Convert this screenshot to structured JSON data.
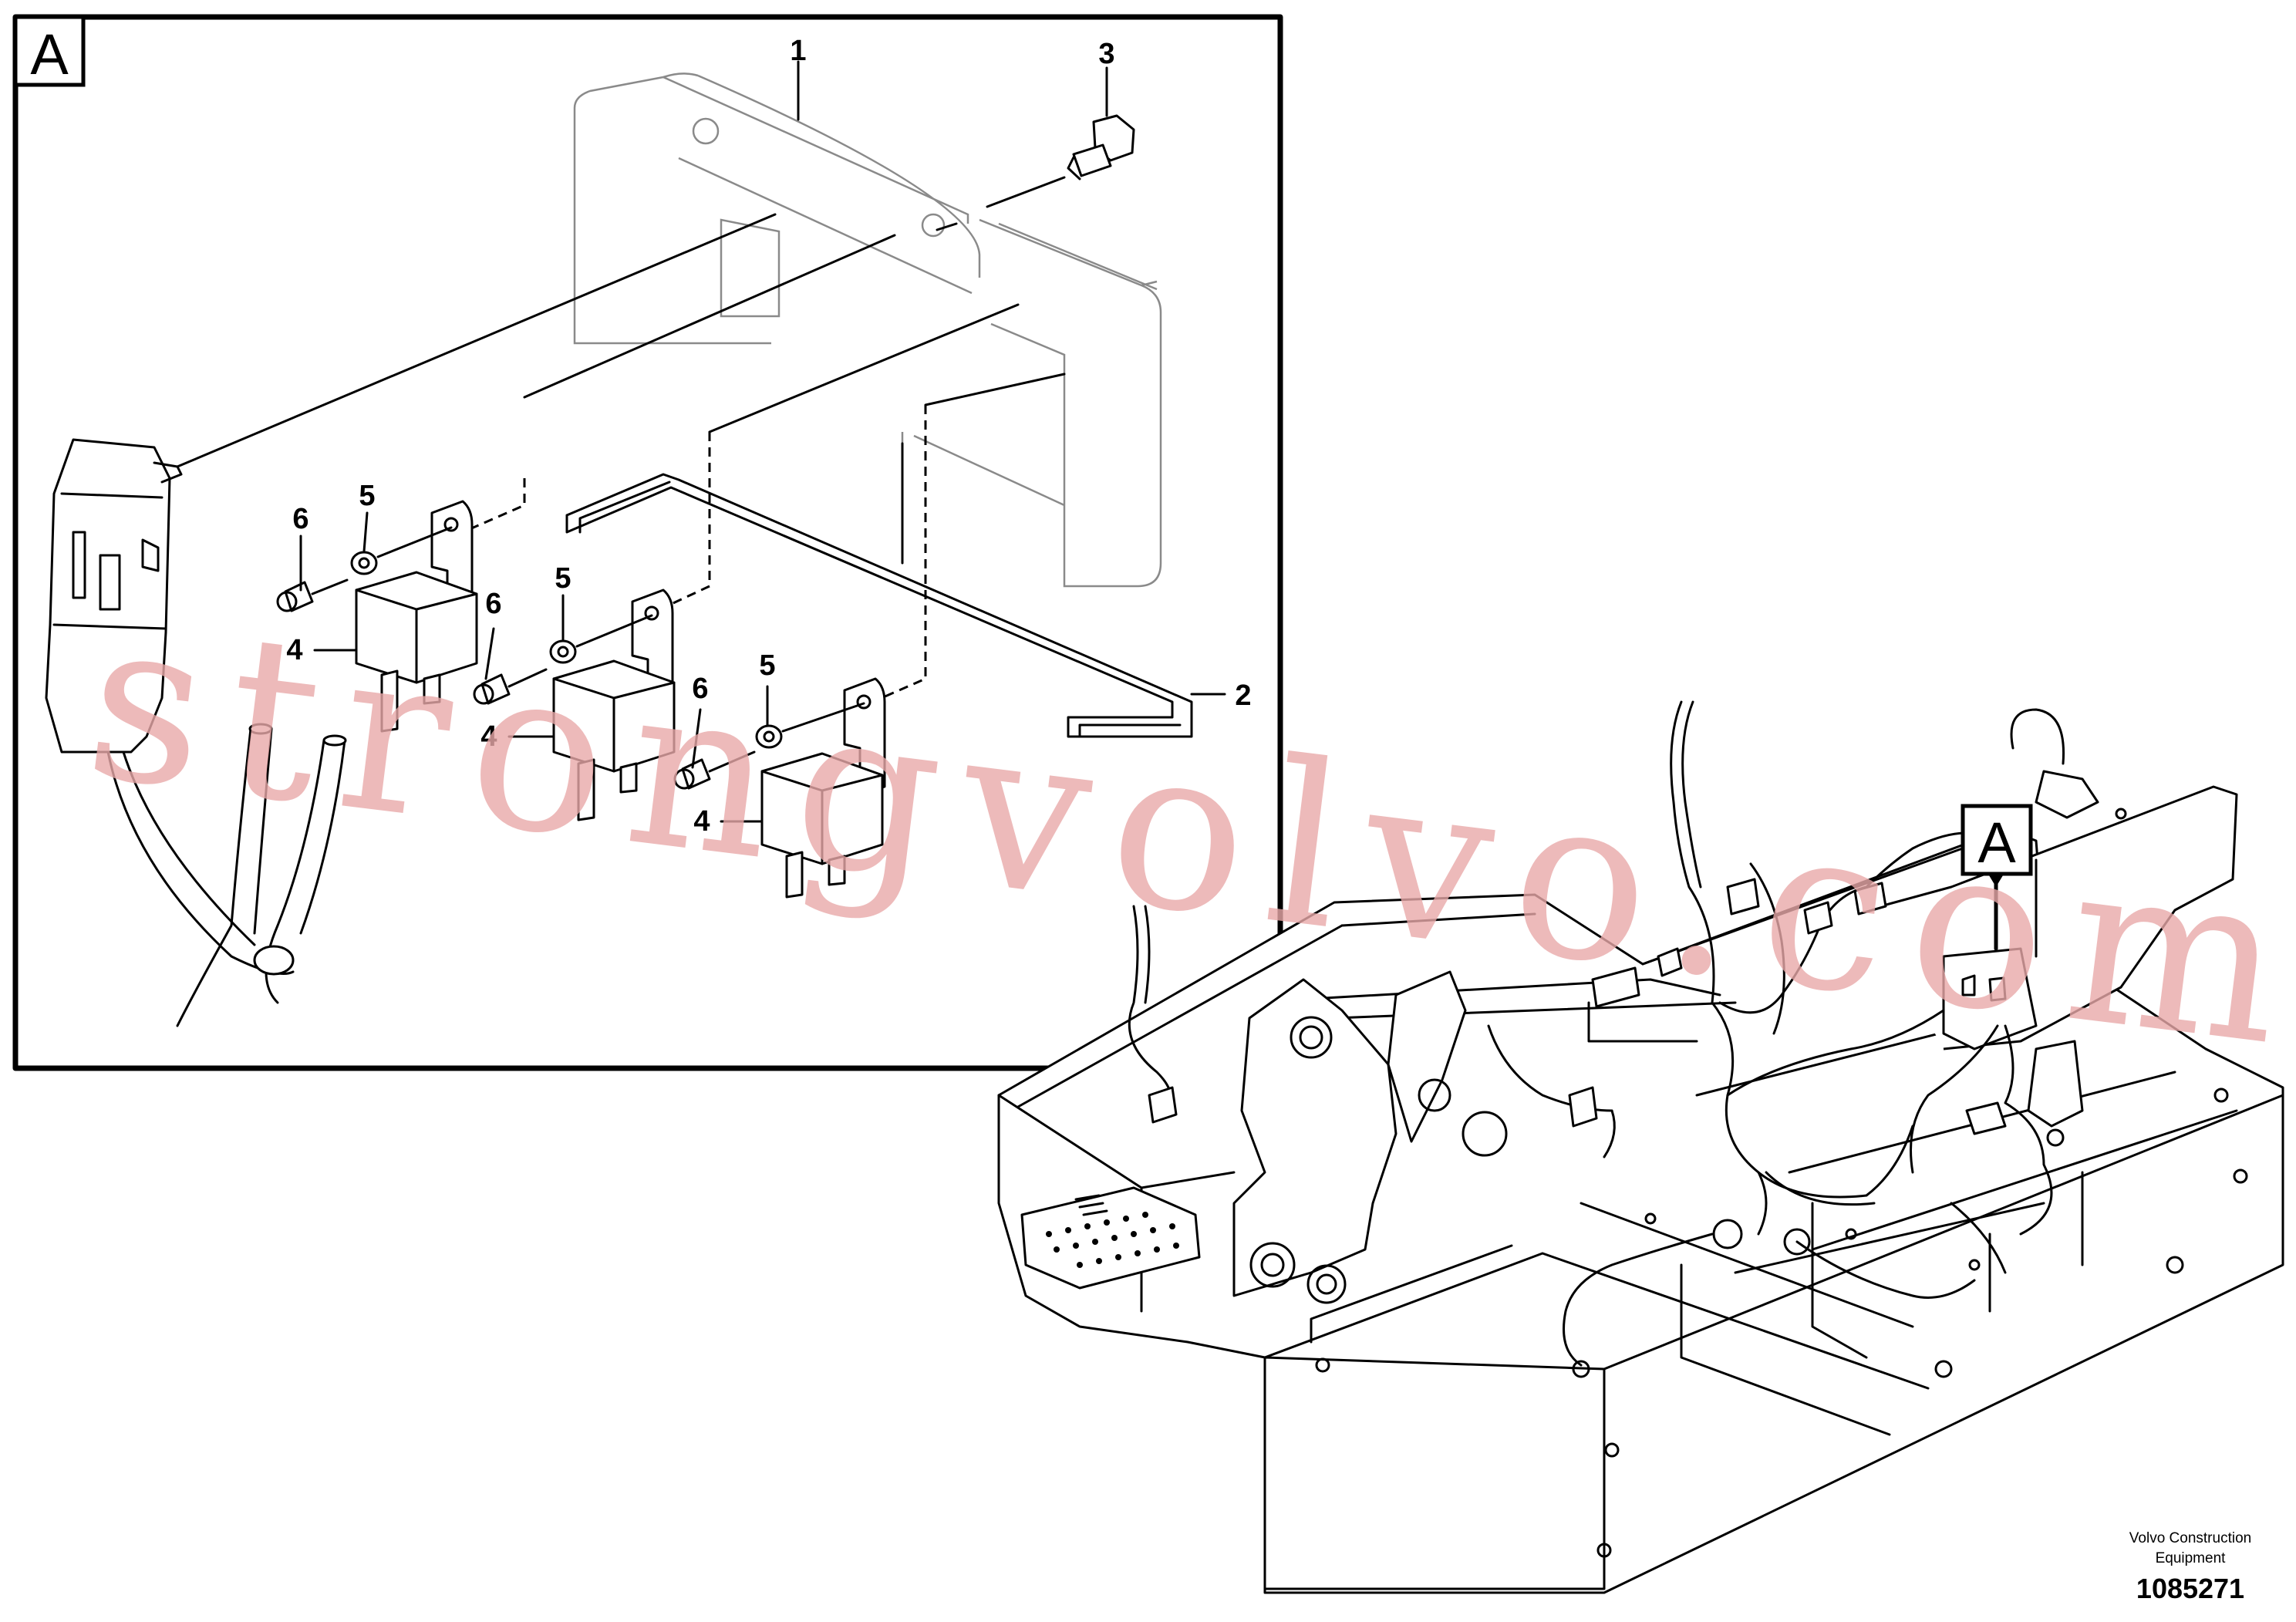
{
  "figure": {
    "detail_badge": "A",
    "overview_badge": "A",
    "callouts": {
      "1": "1",
      "2": "2",
      "3": "3",
      "4a": "4",
      "4b": "4",
      "4c": "4",
      "5a": "5",
      "5b": "5",
      "5c": "5",
      "6a": "6",
      "6b": "6",
      "6c": "6"
    },
    "credit_line1": "Volvo Construction",
    "credit_line2": "Equipment",
    "drawing_number": "1085271",
    "watermark": "strongvolvo.com"
  }
}
